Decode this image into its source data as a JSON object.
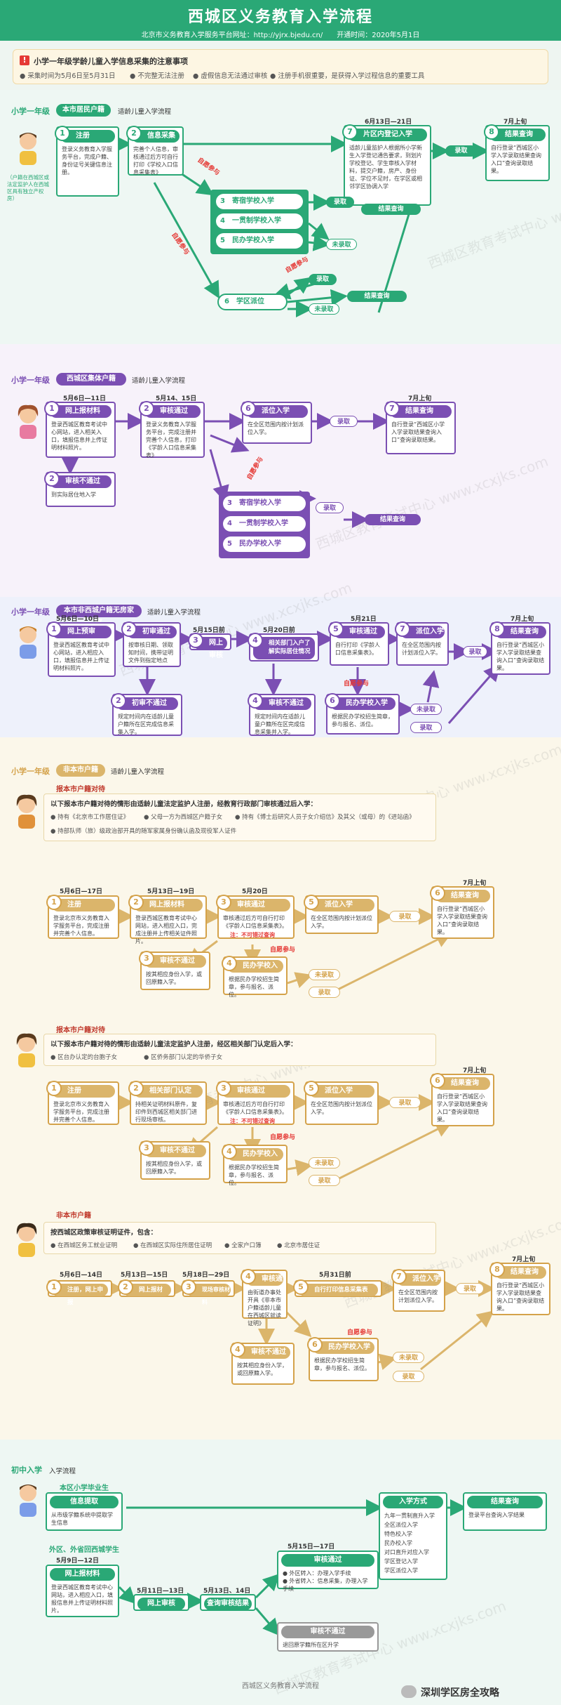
{
  "header": {
    "title": "西城区义务教育入学流程",
    "subtitle_prefix": "北京市义务教育入学服务平台网址：",
    "url": "http://yjrx.bjedu.cn/",
    "open_label": "开通时间：",
    "open_date": "2020年5月1日"
  },
  "notice": {
    "title": "小学一年级学龄儿童入学信息采集的注意事项",
    "items": [
      "采集时间为5月6日至5月31日",
      "不完整无法注册",
      "虚假信息无法通过审核",
      "注册手机很重要，是获得入学过程信息的重要工具"
    ]
  },
  "s1": {
    "grade": "小学一年级",
    "pill": "本市居民户籍",
    "sub": "适龄儿童入学流程",
    "avatar_note": "（户籍在西城区或法定监护人在西城区具有独立产权房）",
    "b1": {
      "n": "1",
      "t": "注册",
      "d": "登录义务教育入学服务平台，完成户籍、身份证号关键信息注册。"
    },
    "b2": {
      "n": "2",
      "t": "信息采集",
      "d": "完善个人信息，审核通过后方可自行打印《学校入口信息采集表》"
    },
    "date7": "6月13日—21日",
    "b7": {
      "n": "7",
      "t": "片区内登记入学",
      "d": "适龄儿童监护人根据所小学新生入学登记通告要求，到划片学校登记、学生审核入学材料，提交户籍，房产、身份证、学位不足时，在学区或相邻学区协调入学"
    },
    "date8": "7月上旬",
    "b8": {
      "n": "8",
      "t": "结果查询",
      "d": "自行登录“西城区小学入学录取结果查询入口”查询录取结果。"
    },
    "self": "自愿参与",
    "self2": "自愿参与",
    "self3": "自愿参与",
    "p3": {
      "n": "3",
      "t": "寄宿学校入学"
    },
    "p4": {
      "n": "4",
      "t": "一贯制学校入学"
    },
    "p5": {
      "n": "5",
      "t": "民办学校入学"
    },
    "lq": "录取",
    "wlq": "未录取",
    "result": "结果查询",
    "result2": "结果查询",
    "p6": {
      "n": "6",
      "t": "学区派位"
    },
    "lq2": "录取",
    "wlq2": "未录取",
    "lq3": "录取"
  },
  "s2": {
    "grade": "小学一年级",
    "pill": "西城区集体户籍",
    "sub": "适龄儿童入学流程",
    "date1": "5月6日—11日",
    "b1": {
      "n": "1",
      "t": "网上报材料",
      "d": "登录西城区教育考试中心网站，进入相关入口，填报信息并上传证明材料照片。"
    },
    "date2": "5月14、15日",
    "b2": {
      "n": "2",
      "t": "审核通过",
      "d": "登录义务教育入学服务平台，完成注册并完善个人信息，打印《学龄人口信息采集表》"
    },
    "b6": {
      "n": "6",
      "t": "派位入学",
      "d": "在全区范围内按计划派位入学。"
    },
    "lq": "录取",
    "date7": "7月上旬",
    "b7": {
      "n": "7",
      "t": "结果查询",
      "d": "自行登录“西城区小学入学录取结果查询入口”查询录取结果。"
    },
    "fail": {
      "n": "2",
      "t": "审核不通过",
      "d": "到实际居住地入学"
    },
    "self": "自愿参与",
    "p3": {
      "n": "3",
      "t": "寄宿学校入学"
    },
    "p4": {
      "n": "4",
      "t": "一贯制学校入学"
    },
    "p5": {
      "n": "5",
      "t": "民办学校入学"
    },
    "lq2": "录取",
    "result": "结果查询"
  },
  "s3": {
    "grade": "小学一年级",
    "pill": "本市非西城户籍无房家庭",
    "sub": "适龄儿童入学流程",
    "date1": "5月6日—10日",
    "b1": {
      "n": "1",
      "t": "网上预审",
      "d": "登录西城区教育考试中心网站，进入相应入口，填报信息并上传证明材料照片。"
    },
    "b2": {
      "n": "2",
      "t": "初审通过",
      "d": "按审核日期、领取知时间，携带证明文件到指定地点"
    },
    "date3": "5月15日前",
    "b3": {
      "n": "3",
      "t": "网上审核"
    },
    "date4": "5月20日前",
    "b4": {
      "n": "4",
      "t": "相关部门入户了解实际居住情况"
    },
    "date5": "5月21日",
    "b5": {
      "n": "5",
      "t": "审核通过",
      "d": "自行打印《学龄人口信息采集表》。"
    },
    "b7": {
      "n": "7",
      "t": "派位入学",
      "d": "在全区范围内按计划派位入学。"
    },
    "lq": "录取",
    "date8": "7月上旬",
    "b8": {
      "n": "8",
      "t": "结果查询",
      "d": "自行登录“西城区小学入学录取结果查询入口”查询录取结果。"
    },
    "f2": {
      "n": "2",
      "t": "初审不通过",
      "d": "规定时间内在适龄儿童户籍所在区完成信息采集入学。"
    },
    "f4": {
      "n": "4",
      "t": "审核不通过",
      "d": "规定时间内在适龄儿童户籍所在区完成信息采集并入学。"
    },
    "self": "自愿参与",
    "b6": {
      "n": "6",
      "t": "民办学校入学",
      "d": "根据民办学校招生简章，参与报名、派位。"
    },
    "wlq": "未录取",
    "lq2": "录取"
  },
  "s4": {
    "grade": "小学一年级",
    "pill": "非本市户籍",
    "sub": "适龄儿童入学流程",
    "g1": {
      "title": "报本市户籍对待",
      "cond": "以下报本市户籍对待的情形由适龄儿童法定监护人注册，经教育行政部门审核通过后入学：",
      "items": [
        "持有《北京市工作居住证》",
        "父母一方为西城区户籍子女",
        "持有《博士后研究人员子女介绍信》及其父（或母）的《进站函》",
        "持部队师（旅）级政治部开具的随军家属身份确认函及现役军人证件"
      ],
      "date1": "5月6日—17日",
      "b1": {
        "n": "1",
        "t": "注册",
        "d": "登录北京市义务教育入学服务平台，完成注册并完善个人信息。"
      },
      "date2": "5月13日—19日",
      "b2": {
        "n": "2",
        "t": "网上报材料",
        "d": "登录西城区教育考试中心网站，进入相应入口，完成注册并上传相关证件照片。"
      },
      "date3": "5月20日",
      "b3": {
        "n": "3",
        "t": "审核通过",
        "d": "审核通过后方可自行打印《学龄人口信息采集表》。"
      },
      "note3": "注：不可错过查询",
      "b5": {
        "n": "5",
        "t": "派位入学",
        "d": "在全区范围内按计划派位入学。"
      },
      "lq": "录取",
      "date6": "7月上旬",
      "b6": {
        "n": "6",
        "t": "结果查询",
        "d": "自行登录“西城区小学入学录取结果查询入口”查询录取结果。"
      },
      "f3": {
        "n": "3",
        "t": "审核不通过",
        "d": "按其相应身份入学，或回原籍入学。"
      },
      "self": "自愿参与",
      "b4": {
        "n": "4",
        "t": "民办学校入学",
        "d": "根据民办学校招生简章，参与报名、派位。"
      },
      "wlq": "未录取",
      "lq2": "录取"
    },
    "g2": {
      "title": "报本市户籍对待",
      "cond": "以下报本市户籍对待的情形由适龄儿童法定监护人注册，经区相关部门认定后入学：",
      "items": [
        "区台办认定的台胞子女",
        "区侨务部门认定的华侨子女"
      ],
      "b1": {
        "n": "1",
        "t": "注册",
        "d": "登录北京市义务教育入学服务平台，完成注册并完善个人信息。"
      },
      "b2": {
        "n": "2",
        "t": "相关部门认定",
        "d": "持相关证明材料原件，复印件到西城区相关部门进行现场审核。"
      },
      "b3": {
        "n": "3",
        "t": "审核通过",
        "d": "审核通过后方可自行打印《学龄人口信息采集表》。"
      },
      "note3": "注：不可错过查询",
      "b5": {
        "n": "5",
        "t": "派位入学",
        "d": "在全区范围内按计划派位入学。"
      },
      "lq": "录取",
      "date6": "7月上旬",
      "b6": {
        "n": "6",
        "t": "结果查询",
        "d": "自行登录“西城区小学入学录取结果查询入口”查询录取结果。"
      },
      "f3": {
        "n": "3",
        "t": "审核不通过",
        "d": "按其相应身份入学，或回原籍入学。"
      },
      "self": "自愿参与",
      "b4": {
        "n": "4",
        "t": "民办学校入学",
        "d": "根据民办学校招生简章，参与报名、派位。"
      },
      "wlq": "未录取",
      "lq2": "录取"
    },
    "g3": {
      "title": "非本市户籍",
      "cond": "按西城区政策审核证明证件，包含：",
      "items": [
        "在西城区务工就业证明",
        "在西城区实际住所居住证明",
        "全家户口簿",
        "北京市居住证"
      ],
      "date1": "5月6日—14日",
      "b1": {
        "n": "1",
        "t": "注册，网上申报"
      },
      "date2": "5月13日—15日",
      "b2": {
        "n": "2",
        "t": "网上报材"
      },
      "date3": "5月18日—29日",
      "b3": {
        "n": "3",
        "t": "现场审核材料"
      },
      "b4": {
        "n": "4",
        "t": "审核通过",
        "d": "由街道办事处开具《非本市户籍适龄儿童在西城区就读证明》"
      },
      "date5": "5月31日前",
      "b5": {
        "n": "5",
        "t": "自行打印信息采集表"
      },
      "b7": {
        "n": "7",
        "t": "派位入学",
        "d": "在全区范围内按计划派位入学。"
      },
      "lq": "录取",
      "date8": "7月上旬",
      "b8": {
        "n": "8",
        "t": "结果查询",
        "d": "自行登录“西城区小学入学录取结果查询入口”查询录取结果。"
      },
      "f4": {
        "n": "4",
        "t": "审核不通过",
        "d": "按其相应身份入学，或回原籍入学。"
      },
      "self": "自愿参与",
      "b6": {
        "n": "6",
        "t": "民办学校入学",
        "d": "根据民办学校招生简章，参与报名、派位。"
      },
      "wlq": "未录取",
      "lq2": "录取"
    }
  },
  "s5": {
    "grade": "初中入学",
    "sub": "入学流程",
    "g1": "本区小学毕业生",
    "info": {
      "t": "信息提取",
      "d": "从市级学籍系统中提取学生信息"
    },
    "mode": {
      "t": "入学方式",
      "items": [
        "九年一贯制直升入学",
        "全区派位入学",
        "特色校入学",
        "民办校入学",
        "对口直升对应入学",
        "学区登记入学",
        "学区派位入学"
      ]
    },
    "result": {
      "t": "结果查询",
      "d": "登录平台查询入学结果"
    },
    "g2": "外区、外省回西城学生",
    "date1": "5月9日—12日",
    "b1": {
      "t": "网上报材料",
      "d": "登录西城区教育考试中心网站，进入相应入口，填报信息并上传证明材料照片。"
    },
    "date2": "5月11日—13日",
    "b2": {
      "t": "网上审核"
    },
    "date3": "5月13日、14日",
    "b3": {
      "t": "查询审核结果"
    },
    "date4": "5月15日—17日",
    "pass": {
      "t": "审核通过",
      "items": [
        "外区转入：办理入学手续",
        "外省转入：信息采集，办理入学手续"
      ]
    },
    "fail": {
      "t": "审核不通过",
      "d": "退回原学籍所在区升学"
    }
  },
  "footer": {
    "text": "西城区义务教育入学流程",
    "brand": "深圳学区房全攻略"
  },
  "watermark": "西城区教育考试中心  www.xcxjks.com"
}
